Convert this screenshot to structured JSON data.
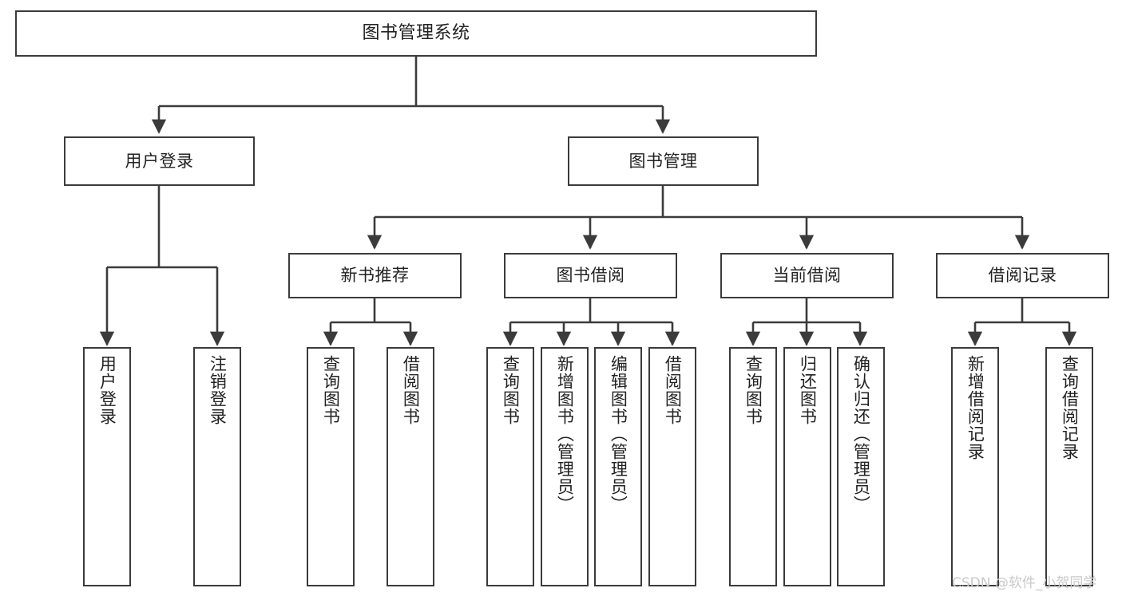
{
  "diagram": {
    "title": "图书管理系统",
    "theme": {
      "box_border": "#3b3b3b",
      "box_fill": "#ffffff",
      "connector": "#3b3b3b",
      "text": "#222222",
      "watermark": "#c9c9c9",
      "background": "#ffffff"
    },
    "root": {
      "label": "图书管理系统"
    },
    "level2": [
      {
        "label": "用户登录"
      },
      {
        "label": "图书管理"
      }
    ],
    "level3": [
      {
        "label": "新书推荐"
      },
      {
        "label": "图书借阅"
      },
      {
        "label": "当前借阅"
      },
      {
        "label": "借阅记录"
      }
    ],
    "leaves": {
      "user_login": [
        {
          "label": "用户登录"
        },
        {
          "label": "注销登录"
        }
      ],
      "new_book": [
        {
          "label": "查询图书"
        },
        {
          "label": "借阅图书"
        }
      ],
      "book_borrow": [
        {
          "label": "查询图书"
        },
        {
          "label": "新增图书（管理员）"
        },
        {
          "label": "编辑图书（管理员）"
        },
        {
          "label": "借阅图书"
        }
      ],
      "current_borrow": [
        {
          "label": "查询图书"
        },
        {
          "label": "归还图书"
        },
        {
          "label": "确认归还（管理员）"
        }
      ],
      "borrow_record": [
        {
          "label": "新增借阅记录"
        },
        {
          "label": "查询借阅记录"
        }
      ]
    }
  },
  "watermark": {
    "text": "CSDN @软件_小贺同学"
  }
}
